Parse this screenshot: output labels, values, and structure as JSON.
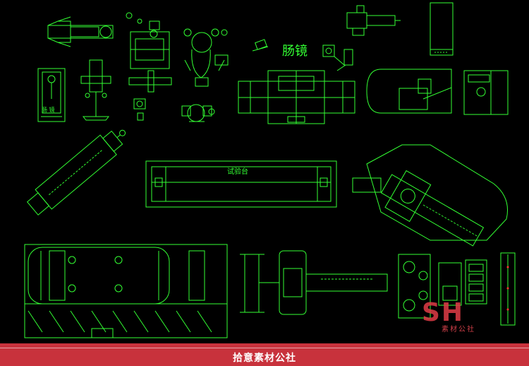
{
  "drawing": {
    "label_colonoscopy": "肠镜",
    "label_test_bench": "试验台",
    "label_small": "肠 镜",
    "line_color": "#33ff33",
    "accent_color": "#00ff00",
    "marker_color": "#ff3333"
  },
  "watermark": {
    "letters": "SH",
    "subtitle": "素材公社"
  },
  "footer": {
    "text": "拾意素材公社",
    "color": "#c8323c"
  }
}
